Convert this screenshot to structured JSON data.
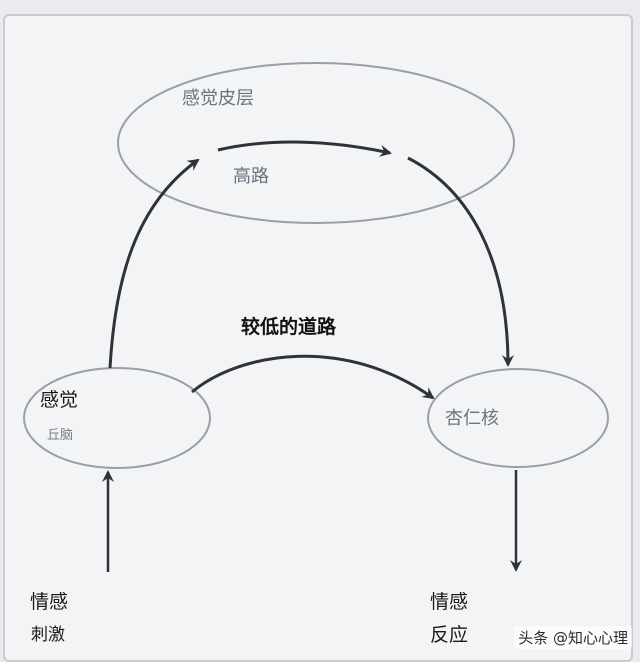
{
  "labels": {
    "cortex": "感觉皮层",
    "high_road": "高路",
    "low_road": "较低的道路",
    "thalamus_main": "感觉",
    "thalamus_sub": "丘脑",
    "amygdala": "杏仁核",
    "stimulus_line1": "情感",
    "stimulus_line2": "刺激",
    "response_line1": "情感",
    "response_line2": "反应"
  },
  "watermark": "头条 @知心心理",
  "colors": {
    "ellipse": "#9a9ea6",
    "arrow": "#2f3338",
    "background": "#f3f4f6"
  }
}
